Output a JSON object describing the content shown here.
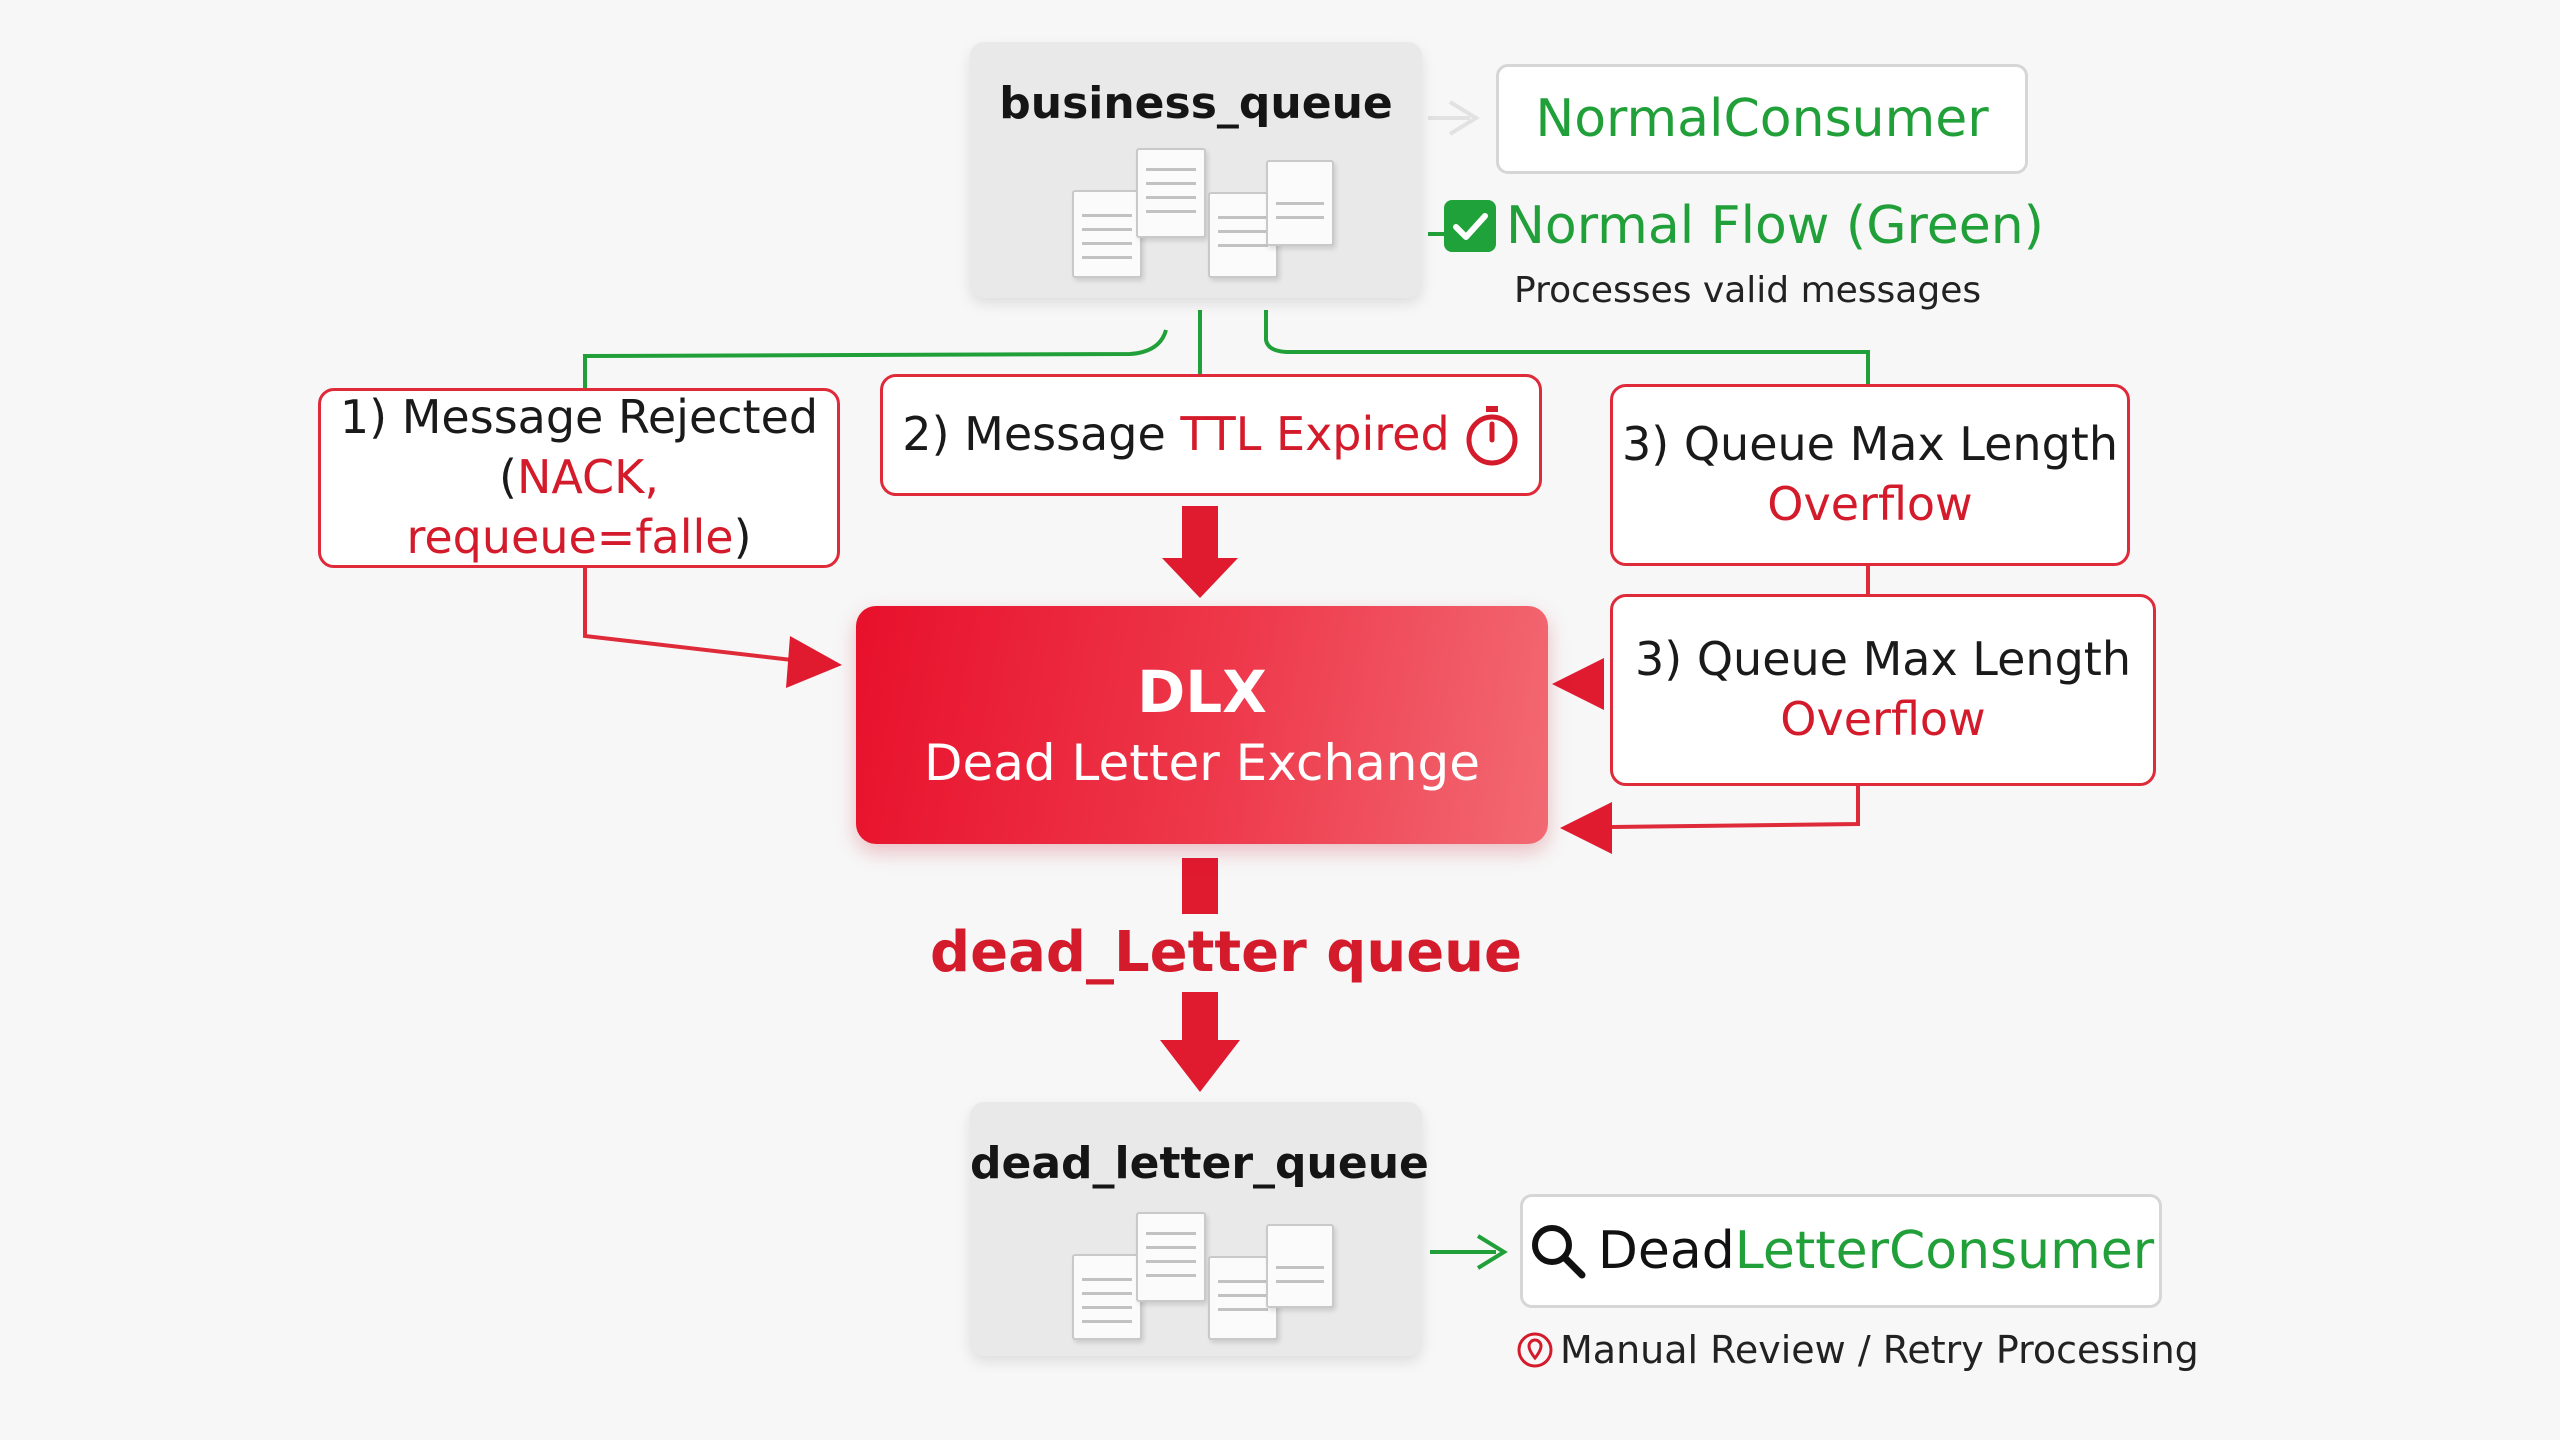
{
  "business_queue": {
    "title": "business_queue"
  },
  "normal_consumer": {
    "label": "NormalConsumer"
  },
  "normal_flow": {
    "title": "Normal Flow (Green)",
    "subtitle": "Processes valid messages",
    "icon": "check-icon"
  },
  "reason_rejected": {
    "line1": "1) Message Rejected",
    "line2_open": "(",
    "line2_red": "NACK, requeue=falle",
    "line2_close": ")"
  },
  "reason_ttl": {
    "prefix": "2) Message ",
    "red": "TTL Expired",
    "icon": "stopwatch-icon"
  },
  "reason_max_length_a": {
    "line1": "3) Queue Max Length",
    "line2": "Overflow"
  },
  "reason_max_length_b": {
    "line1": "3) Queue Max Length",
    "line2": "Overflow"
  },
  "dlx": {
    "title": "DLX",
    "subtitle": "Dead Letter Exchange"
  },
  "dead_letter_label": "dead_Letter queue",
  "dead_letter_queue": {
    "title": "dead_letter_queue"
  },
  "dead_letter_consumer": {
    "part1": "Dead",
    "part2": "LetterConsumer",
    "icon": "magnifier-icon"
  },
  "manual_review": {
    "label": "Manual Review / Retry Processing",
    "icon": "pin-icon"
  },
  "colors": {
    "red": "#d41b2b",
    "green": "#21a03a",
    "dlx_gradient_start": "#e8102b",
    "card_gray": "#e9e9e9"
  }
}
